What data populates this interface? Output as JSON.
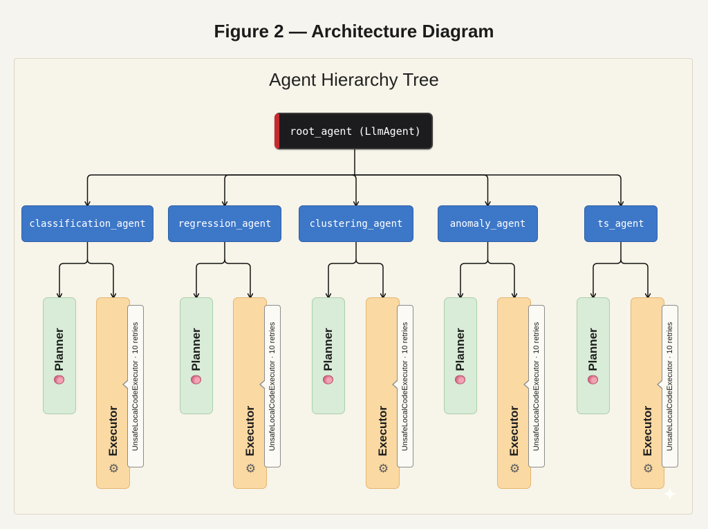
{
  "figure_title": "Figure 2 — Architecture Diagram",
  "panel_title": "Agent Hierarchy Tree",
  "root": {
    "label": "root_agent (LlmAgent)",
    "accent_color": "#c7292d"
  },
  "agents": [
    {
      "label": "classification_agent",
      "planner": "Planner",
      "executor": "Executor",
      "executor_note": "UnsafeLocalCodeExecutor · 10 retries"
    },
    {
      "label": "regression_agent",
      "planner": "Planner",
      "executor": "Executor",
      "executor_note": "UnsafeLocalCodeExecutor · 10 retries"
    },
    {
      "label": "clustering_agent",
      "planner": "Planner",
      "executor": "Executor",
      "executor_note": "UnsafeLocalCodeExecutor · 10 retries"
    },
    {
      "label": "anomaly_agent",
      "planner": "Planner",
      "executor": "Executor",
      "executor_note": "UnsafeLocalCodeExecutor · 10 retries"
    },
    {
      "label": "ts_agent",
      "planner": "Planner",
      "executor": "Executor",
      "executor_note": "UnsafeLocalCodeExecutor · 10 retries"
    }
  ],
  "icons": {
    "planner": "brain-icon",
    "executor": "gear-icon",
    "corner": "sparkle-icon"
  },
  "colors": {
    "root_bg": "#1c1c1e",
    "agent_bg": "#3d77c8",
    "planner_bg": "#d8ecd7",
    "executor_bg": "#fad9a3",
    "background": "#f6f4ee"
  }
}
